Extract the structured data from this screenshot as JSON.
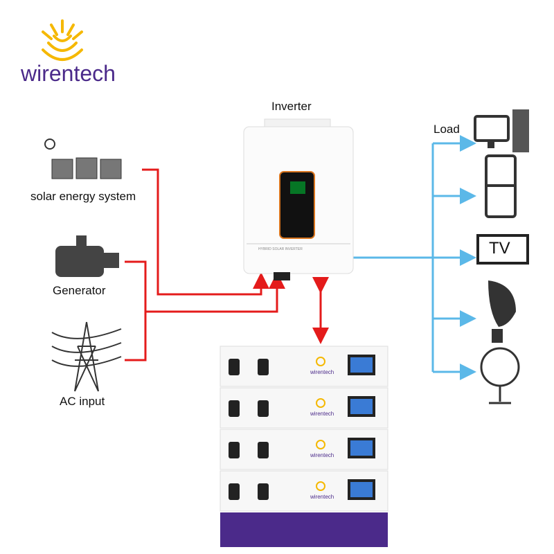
{
  "brand": {
    "name": "wirentech",
    "purple": "#4b2a8a",
    "yellow": "#f5b800"
  },
  "labels": {
    "inverter": "Inverter",
    "load": "Load",
    "solar": "solar energy system",
    "generator": "Generator",
    "ac": "AC input",
    "tv": "TV"
  },
  "inverter_panel_text": "HYBRID SOLAR INVERTER",
  "battery_modules": [
    "wirentech",
    "wirentech",
    "wirentech",
    "wirentech"
  ],
  "colors": {
    "dc_line": "#e41b1b",
    "ac_out_line": "#5bb8e8"
  }
}
